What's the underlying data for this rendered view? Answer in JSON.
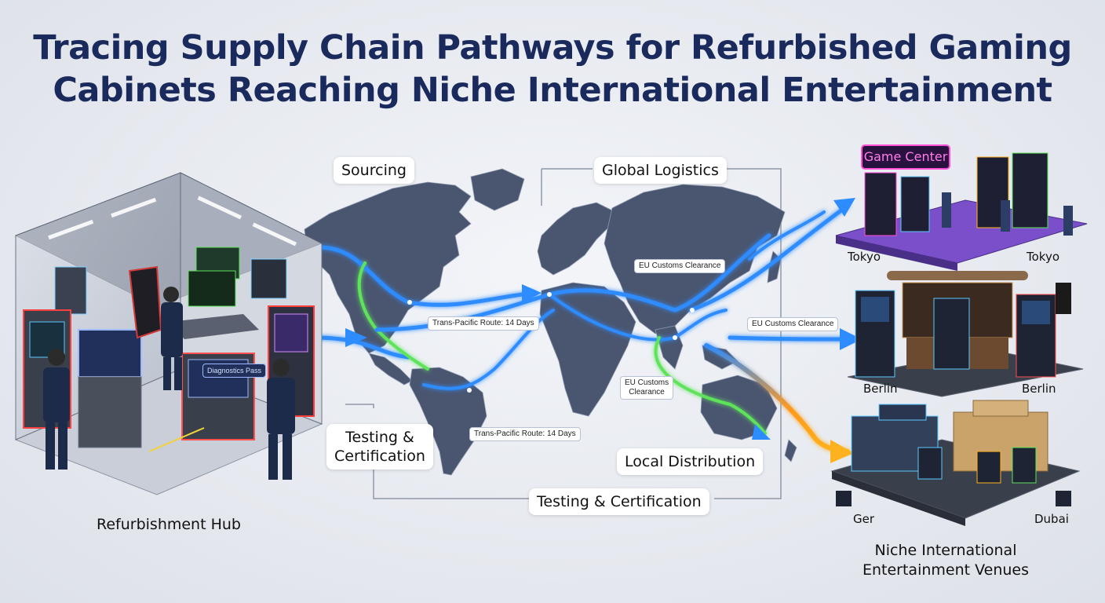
{
  "title": {
    "line1": "Tracing Supply Chain Pathways for Refurbished Gaming",
    "line2": "Cabinets Reaching Niche International Entertainment"
  },
  "stages": {
    "sourcing": "Sourcing",
    "global_logistics": "Global Logistics",
    "testing_left_line1": "Testing &",
    "testing_left_line2": "Certification",
    "local_distribution": "Local Distribution",
    "testing_bottom": "Testing & Certification"
  },
  "route_tags": {
    "eu_customs_top": "EU Customs Clearance",
    "trans_pacific_top": "Trans-Pacific Route: 14 Days",
    "eu_customs_mid_line1": "EU Customs",
    "eu_customs_mid_line2": "Clearance",
    "trans_pacific_bottom": "Trans-Pacific Route: 14 Days",
    "eu_customs_right": "EU Customs Clearance"
  },
  "hub": {
    "caption": "Refurbishment Hub",
    "screen_text_1": "Diagnostics Pass"
  },
  "venues": {
    "arcade_sign": "Game Center",
    "tokyo_left": "Tokyo",
    "tokyo_right": "Tokyo",
    "berlin_left": "Berlin",
    "berlin_right": "Berlin",
    "ger": "Ger",
    "dubai": "Dubai",
    "caption_line1": "Niche International",
    "caption_line2": "Entertainment Venues"
  },
  "colors": {
    "title": "#1a2a5c",
    "route_blue": "#2d8cff",
    "route_green": "#5ee35a",
    "route_orange": "#ff9a1f",
    "map_land": "#4a5670",
    "frame": "#8f98a8"
  }
}
